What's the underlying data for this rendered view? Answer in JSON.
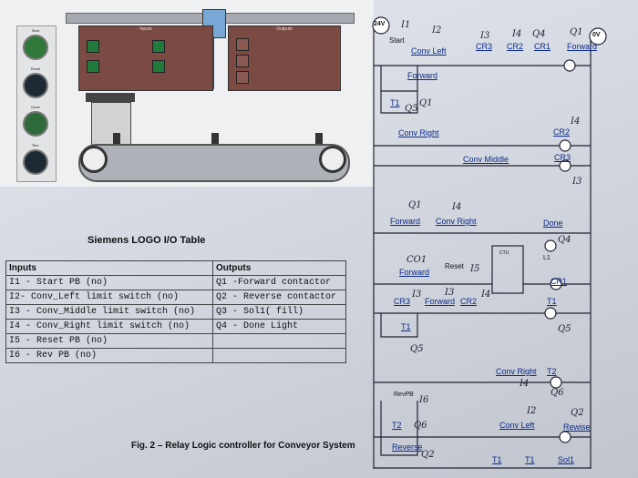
{
  "simulation": {
    "buttons": [
      "Start",
      "Reset",
      "Done",
      "Rev"
    ],
    "inputs_panel_title": "Inputs",
    "outputs_panel_title": "Outputs",
    "button_colors": {
      "start": "#2f7a3a",
      "dark": "#1d2a33"
    }
  },
  "table": {
    "title": "Siemens LOGO I/O Table",
    "inputs_header": "Inputs",
    "outputs_header": "Outputs",
    "inputs": [
      "I1 - Start PB (no)",
      "I2- Conv_Left limit switch (no)",
      "I3 - Conv_Middle limit switch (no)",
      "I4 - Conv_Right limit switch (no)",
      "I5 - Reset PB (no)",
      "I6 - Rev PB (no)"
    ],
    "outputs": [
      "Q1 -Forward contactor",
      "Q2 - Reverse contactor",
      "Q3 - Sol1( fill)",
      "Q4 - Done Light",
      "",
      ""
    ]
  },
  "caption": "Fig. 2 – Relay Logic controller for Conveyor System",
  "ladder": {
    "supply": "24V",
    "ground": "0V",
    "labels": {
      "start": "Start",
      "conv_left": "Conv Left",
      "cr3": "CR3",
      "cr2": "CR2",
      "cr1": "CR1",
      "forward": "Forward",
      "forward_seal": "Forward",
      "t1": "T1",
      "conv_right": "Conv Right",
      "cr2_coil": "CR2",
      "conv_middle": "Conv Middle",
      "cr3_coil": "CR3",
      "forward2": "Forward",
      "conv_right2": "Conv Right",
      "done": "Done",
      "l1": "L1",
      "ctu": "CTU",
      "forward3": "Forward",
      "reset": "Reset",
      "cr1_coil": "CR1",
      "cr3_2": "CR3",
      "forward4": "Forward",
      "cr2_2": "CR2",
      "t1_coil": "T1",
      "t1_2": "T1",
      "conv_right3": "Conv Right",
      "t2": "T2",
      "revpb": "RevPB",
      "t2_2": "T2",
      "conv_left2": "Conv Left",
      "rewise": "Rewise",
      "reverse": "Reverse",
      "t1_3": "T1",
      "t1_4": "T1",
      "sol1": "Sol1"
    },
    "handwritten": {
      "i1": "I1",
      "i2": "I2",
      "i3": "I3",
      "i4": "I4",
      "q4": "Q4",
      "q1": "Q1",
      "q5": "Q5",
      "q1b": "Q1",
      "i4b": "I4",
      "i3b": "I3",
      "q1c": "Q1",
      "i4c": "I4",
      "q4b": "Q4",
      "co1": "CO1",
      "i5": "I5",
      "i3c": "I3",
      "i3d": "I3",
      "i4d": "I4",
      "q5b": "Q5",
      "q5c": "Q5",
      "i4e": "I4",
      "q6": "Q6",
      "i6": "I6",
      "i2b": "I2",
      "q2": "Q2",
      "q6b": "Q6",
      "q2b": "Q2"
    }
  }
}
